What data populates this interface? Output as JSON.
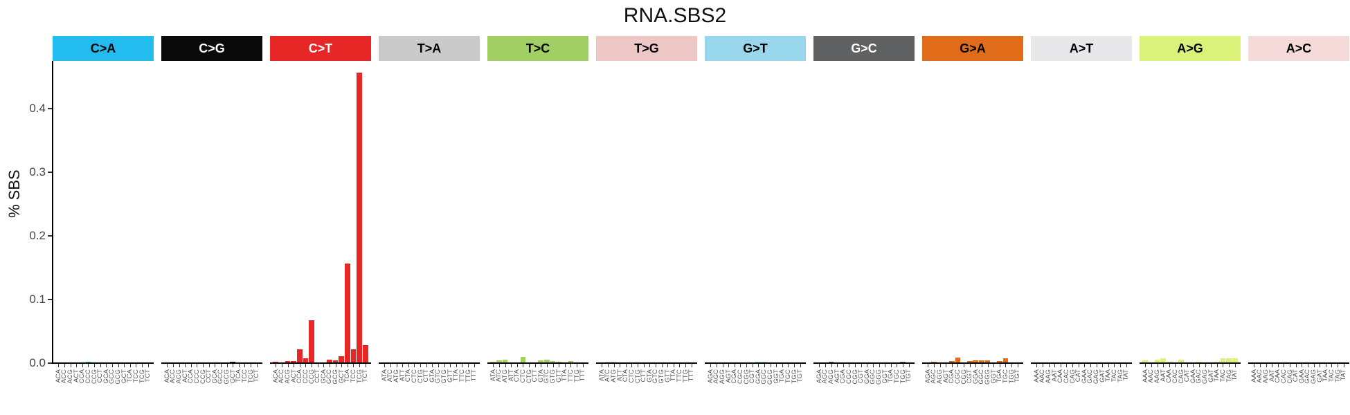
{
  "chart_data": {
    "type": "bar",
    "title": "RNA.SBS2",
    "xlabel": "",
    "ylabel": "% SBS",
    "ylim": [
      0,
      0.475
    ],
    "yticks": [
      0.0,
      0.1,
      0.2,
      0.3,
      0.4
    ],
    "ytick_labels": [
      "0.0",
      "0.1",
      "0.2",
      "0.3",
      "0.4"
    ],
    "grid": false,
    "legend": "none (facet strips)",
    "facets": [
      {
        "label": "C>A",
        "strip_color": "#22bdee",
        "text_color": "#000000",
        "bar_color": "#22bdee",
        "categories": [
          "ACA",
          "ACC",
          "ACG",
          "ACT",
          "CCA",
          "CCC",
          "CCG",
          "CCT",
          "GCA",
          "GCC",
          "GCG",
          "GCT",
          "TCA",
          "TCC",
          "TCG",
          "TCT"
        ],
        "values": [
          0,
          0,
          0,
          0,
          0,
          0.0005,
          0,
          0,
          0,
          0,
          0,
          0,
          0,
          0,
          0,
          0
        ]
      },
      {
        "label": "C>G",
        "strip_color": "#0a0a0a",
        "text_color": "#ffffff",
        "bar_color": "#0a0a0a",
        "categories": [
          "ACA",
          "ACC",
          "ACG",
          "ACT",
          "CCA",
          "CCC",
          "CCG",
          "CCT",
          "GCA",
          "GCC",
          "GCG",
          "GCT",
          "TCA",
          "TCC",
          "TCG",
          "TCT"
        ],
        "values": [
          0,
          0,
          0,
          0,
          0,
          0,
          0,
          0,
          0,
          0,
          0,
          0.001,
          0,
          0,
          0,
          0
        ]
      },
      {
        "label": "C>T",
        "strip_color": "#e62726",
        "text_color": "#ffffff",
        "bar_color": "#e62726",
        "categories": [
          "ACA",
          "ACC",
          "ACG",
          "ACT",
          "CCA",
          "CCC",
          "CCG",
          "CCT",
          "GCA",
          "GCC",
          "GCG",
          "GCT",
          "TCA",
          "TCC",
          "TCG",
          "TCT"
        ],
        "values": [
          0.0005,
          0,
          0.002,
          0.0025,
          0.021,
          0.006,
          0.066,
          0,
          0,
          0.004,
          0.003,
          0.01,
          0.155,
          0.021,
          0.455,
          0.027
        ]
      },
      {
        "label": "T>A",
        "strip_color": "#cbcacb",
        "text_color": "#000000",
        "bar_color": "#cbcacb",
        "categories": [
          "ATA",
          "ATC",
          "ATG",
          "ATT",
          "CTA",
          "CTC",
          "CTG",
          "CTT",
          "GTA",
          "GTC",
          "GTG",
          "GTT",
          "TTA",
          "TTC",
          "TTG",
          "TTT"
        ],
        "values": [
          0,
          0,
          0,
          0,
          0,
          0,
          0,
          0,
          0,
          0,
          0,
          0,
          0,
          0,
          0,
          0
        ]
      },
      {
        "label": "T>C",
        "strip_color": "#a2cf63",
        "text_color": "#000000",
        "bar_color": "#a2cf63",
        "categories": [
          "ATA",
          "ATC",
          "ATG",
          "ATT",
          "CTA",
          "CTC",
          "CTG",
          "CTT",
          "GTA",
          "GTC",
          "GTG",
          "GTT",
          "TTA",
          "TTC",
          "TTG",
          "TTT"
        ],
        "values": [
          0.0005,
          0.003,
          0.004,
          0,
          0,
          0.009,
          0,
          0,
          0.003,
          0.004,
          0.002,
          0.0005,
          0,
          0.002,
          0,
          0
        ]
      },
      {
        "label": "T>G",
        "strip_color": "#ecc7c5",
        "text_color": "#000000",
        "bar_color": "#ecc7c5",
        "categories": [
          "ATA",
          "ATC",
          "ATG",
          "ATT",
          "CTA",
          "CTC",
          "CTG",
          "CTT",
          "GTA",
          "GTC",
          "GTG",
          "GTT",
          "TTA",
          "TTC",
          "TTG",
          "TTT"
        ],
        "values": [
          0,
          0.001,
          0.001,
          0,
          0,
          0,
          0,
          0,
          0,
          0,
          0,
          0,
          0,
          0,
          0,
          0
        ]
      },
      {
        "label": "G>T",
        "strip_color": "#98d7ec",
        "text_color": "#000000",
        "bar_color": "#98d7ec",
        "categories": [
          "AGA",
          "AGC",
          "AGG",
          "AGT",
          "CGA",
          "CGC",
          "CGG",
          "CGT",
          "GGA",
          "GGC",
          "GGG",
          "GGT",
          "TGA",
          "TGC",
          "TGG",
          "TGT"
        ],
        "values": [
          0,
          0,
          0,
          0,
          0,
          0,
          0,
          0,
          0.001,
          0.001,
          0,
          0,
          0,
          0,
          0,
          0
        ]
      },
      {
        "label": "G>C",
        "strip_color": "#5f6163",
        "text_color": "#ffffff",
        "bar_color": "#5f6163",
        "categories": [
          "AGA",
          "AGC",
          "AGG",
          "AGT",
          "CGA",
          "CGC",
          "CGG",
          "CGT",
          "GGA",
          "GGC",
          "GGG",
          "GGT",
          "TGA",
          "TGC",
          "TGG",
          "TGT"
        ],
        "values": [
          0,
          0,
          0.0005,
          0,
          0,
          0,
          0,
          0,
          0,
          0,
          0,
          0,
          0,
          0,
          0.001,
          0
        ]
      },
      {
        "label": "G>A",
        "strip_color": "#e06b18",
        "text_color": "#000000",
        "bar_color": "#e06b18",
        "categories": [
          "AGA",
          "AGC",
          "AGG",
          "AGT",
          "CGA",
          "CGC",
          "CGG",
          "CGT",
          "GGA",
          "GGC",
          "GGG",
          "GGT",
          "TGA",
          "TGC",
          "TGG",
          "TGT"
        ],
        "values": [
          0,
          0.0005,
          0,
          0,
          0.002,
          0.008,
          0,
          0.002,
          0.003,
          0.003,
          0.003,
          0,
          0.002,
          0.007,
          0,
          0
        ]
      },
      {
        "label": "A>T",
        "strip_color": "#e8e7e9",
        "text_color": "#000000",
        "bar_color": "#e8e7e9",
        "categories": [
          "AAA",
          "AAC",
          "AAG",
          "AAT",
          "CAA",
          "CAC",
          "CAG",
          "CAT",
          "GAA",
          "GAC",
          "GAG",
          "GAT",
          "TAA",
          "TAC",
          "TAG",
          "TAT"
        ],
        "values": [
          0,
          0,
          0,
          0,
          0,
          0,
          0,
          0,
          0,
          0,
          0,
          0,
          0,
          0,
          0,
          0
        ]
      },
      {
        "label": "A>G",
        "strip_color": "#dbf27a",
        "text_color": "#000000",
        "bar_color": "#dbf27a",
        "categories": [
          "AAA",
          "AAC",
          "AAG",
          "AAT",
          "CAA",
          "CAC",
          "CAG",
          "CAT",
          "GAA",
          "GAC",
          "GAG",
          "GAT",
          "TAA",
          "TAC",
          "TAG",
          "TAT"
        ],
        "values": [
          0.003,
          0,
          0.004,
          0.007,
          0.001,
          0,
          0.004,
          0,
          0,
          0.0005,
          0,
          0,
          0.0005,
          0.007,
          0.006,
          0.006
        ]
      },
      {
        "label": "A>C",
        "strip_color": "#f4dad9",
        "text_color": "#000000",
        "bar_color": "#f4dad9",
        "categories": [
          "AAA",
          "AAC",
          "AAG",
          "AAT",
          "CAA",
          "CAC",
          "CAG",
          "CAT",
          "GAA",
          "GAC",
          "GAG",
          "GAT",
          "TAA",
          "TAC",
          "TAG",
          "TAT"
        ],
        "values": [
          0,
          0,
          0,
          0,
          0,
          0,
          0,
          0,
          0,
          0,
          0,
          0,
          0,
          0,
          0,
          0
        ]
      }
    ]
  }
}
